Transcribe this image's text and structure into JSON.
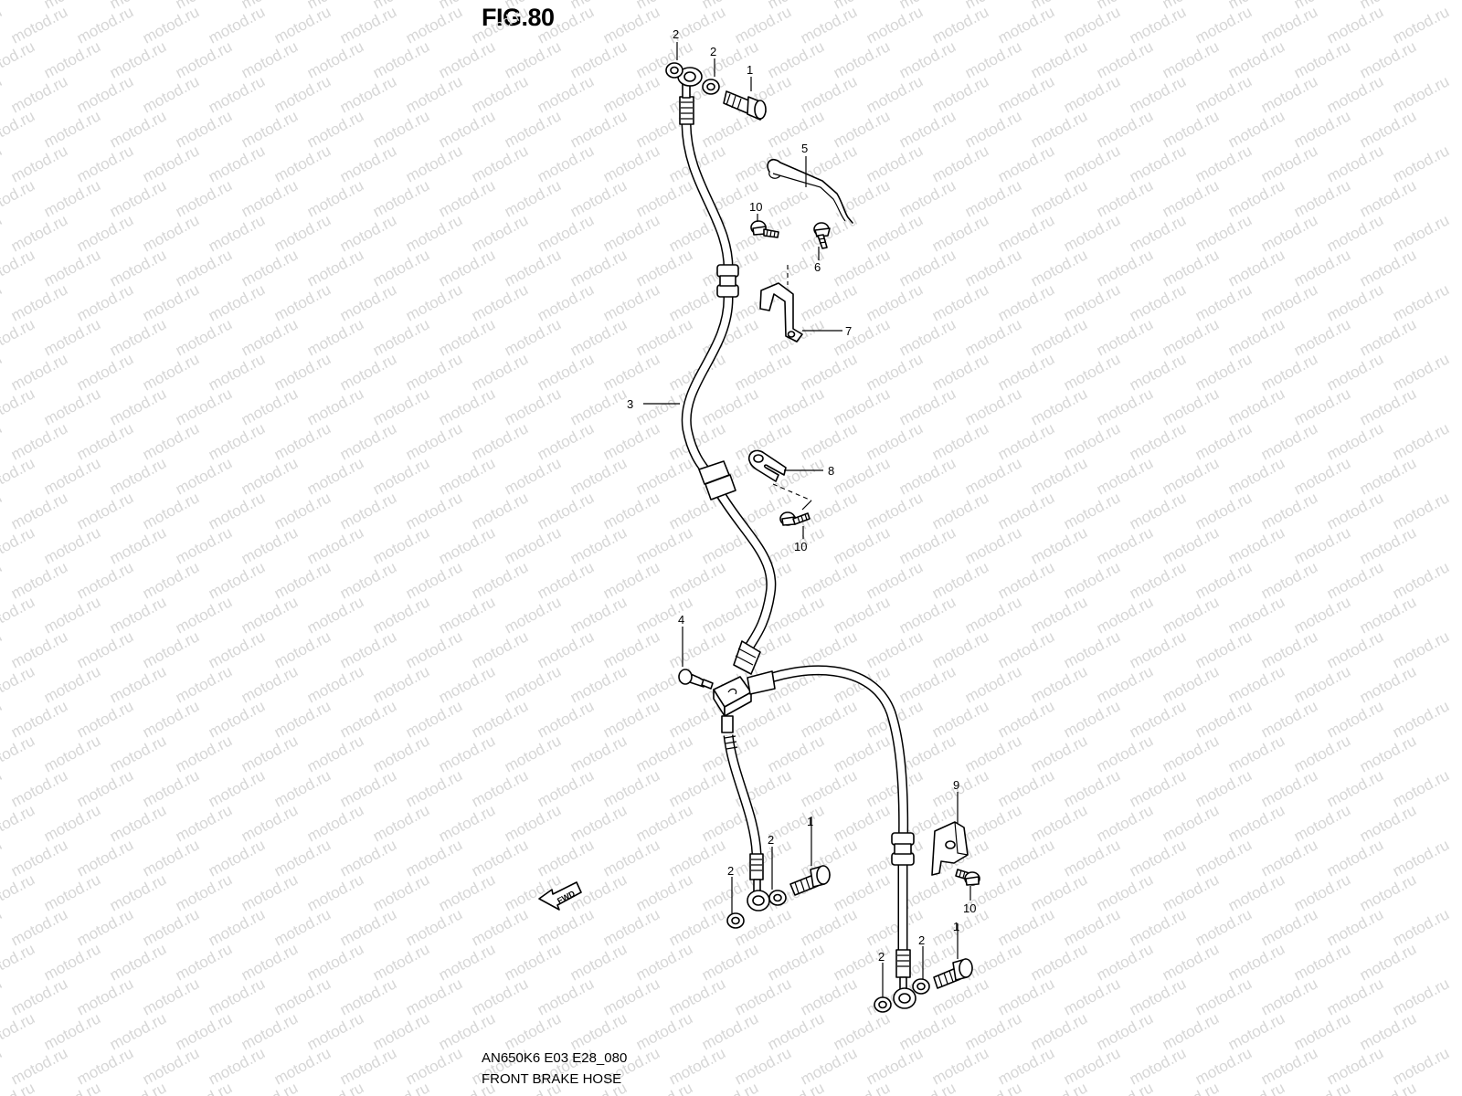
{
  "figure": {
    "title": "FIG.80",
    "code": "AN650K6 E03 E28_080",
    "name": "FRONT BRAKE HOSE"
  },
  "watermark": "motod.ru",
  "direction_tag": "FWD",
  "callouts": {
    "c1a": "1",
    "c2a": "2",
    "c2b": "2",
    "c5": "5",
    "c10a": "10",
    "c6": "6",
    "c7": "7",
    "c3": "3",
    "c8": "8",
    "c10b": "10",
    "c4": "4",
    "c9": "9",
    "c1b": "1",
    "c2c": "2",
    "c2d": "2",
    "c10c": "10",
    "c1c": "1",
    "c2e": "2",
    "c2f": "2"
  },
  "colors": {
    "line": "#000000",
    "background": "#ffffff",
    "watermark": "#d6d6d6"
  }
}
